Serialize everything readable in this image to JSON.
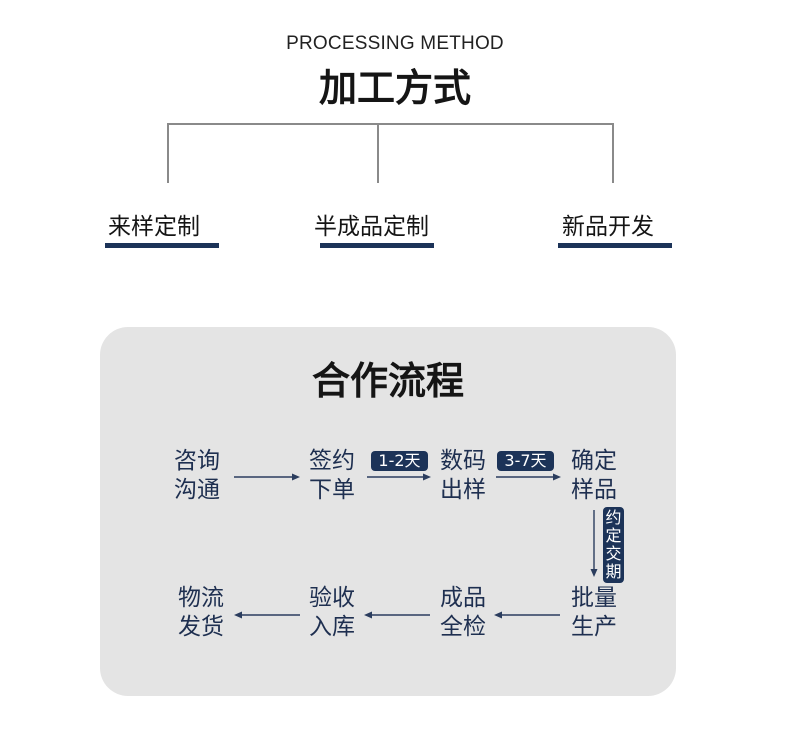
{
  "header": {
    "subtitle_en": "PROCESSING METHOD",
    "title_cn": "加工方式"
  },
  "methods": [
    {
      "label": "来样定制"
    },
    {
      "label": "半成品定制"
    },
    {
      "label": "新品开发"
    }
  ],
  "process": {
    "title": "合作流程",
    "steps": [
      {
        "line1": "咨询",
        "line2": "沟通"
      },
      {
        "line1": "签约",
        "line2": "下单"
      },
      {
        "line1": "数码",
        "line2": "出样"
      },
      {
        "line1": "确定",
        "line2": "样品"
      },
      {
        "line1": "批量",
        "line2": "生产"
      },
      {
        "line1": "成品",
        "line2": "全检"
      },
      {
        "line1": "验收",
        "line2": "入库"
      },
      {
        "line1": "物流",
        "line2": "发货"
      }
    ],
    "badges": {
      "sample_time": "1-2天",
      "confirm_time": "3-7天",
      "delivery_chars": [
        "约",
        "定",
        "交",
        "期"
      ]
    }
  },
  "colors": {
    "accent": "#1c3358",
    "panel_bg": "#e4e4e4",
    "tree_line": "#8a8a8a",
    "arrow": "#2b3d5e"
  }
}
